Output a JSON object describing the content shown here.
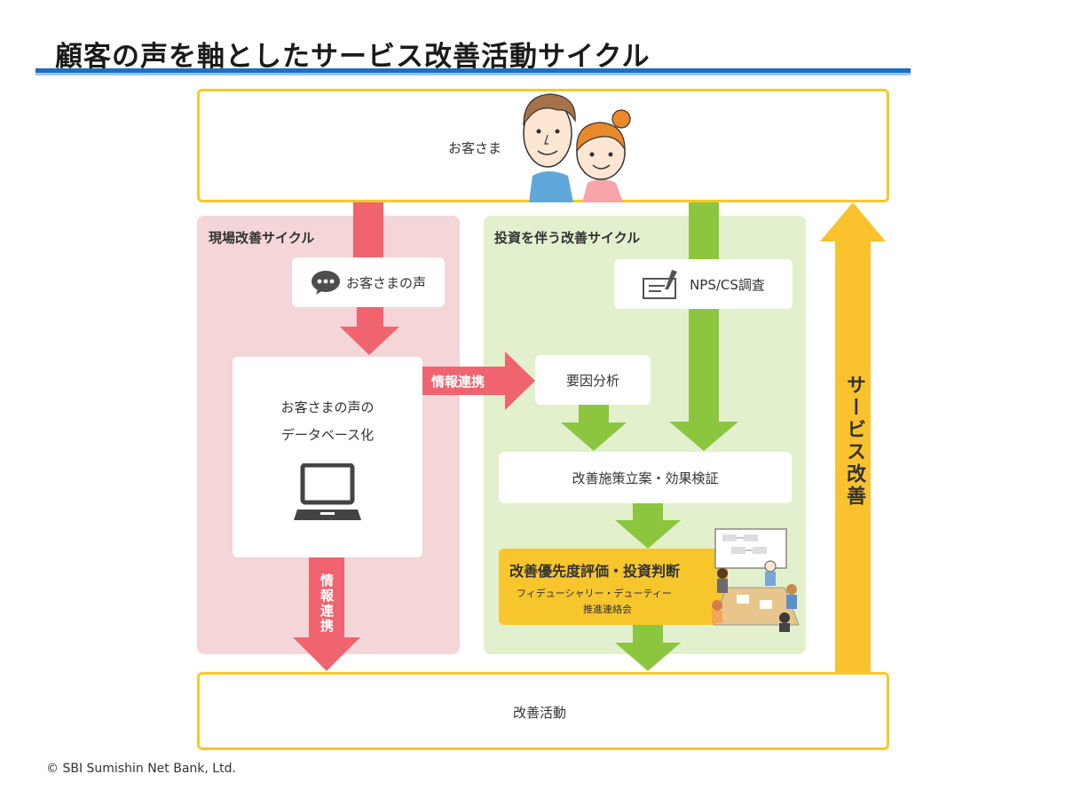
{
  "title": "顧客の声を軸としたサービス改善活動サイクル",
  "customer_box": {
    "label": "お客さま"
  },
  "genba_cycle": {
    "title": "現場改善サイクル",
    "voice_card": "お客さまの声",
    "database_card_line1": "お客さまの声の",
    "database_card_line2": "データベース化",
    "info_link_down": "情報連携"
  },
  "invest_cycle": {
    "title": "投資を伴う改善サイクル",
    "survey_card": "NPS/CS調査",
    "analysis_card": "要因分析",
    "proposal_card": "改善施策立案・効果検証",
    "priority_title": "改善優先度評価・投資判断",
    "priority_sub1": "フィデューシャリー・デューティー",
    "priority_sub2": "推進連絡会"
  },
  "info_link_right": "情報連携",
  "service_improvement": "サービス改善",
  "activity_box": {
    "label": "改善活動"
  },
  "copyright": "© SBI Sumishin Net Bank,  Ltd.",
  "colors": {
    "pink_arrow": "#f06470",
    "green_arrow": "#8cc63f",
    "yellow": "#f7c92a",
    "yellow_fill": "#f9c22e",
    "blue_rule": "#1b6fc4"
  },
  "icons": [
    "chat-bubble-icon",
    "laptop-icon",
    "survey-clipboard-icon",
    "customers-illustration",
    "meeting-illustration"
  ]
}
